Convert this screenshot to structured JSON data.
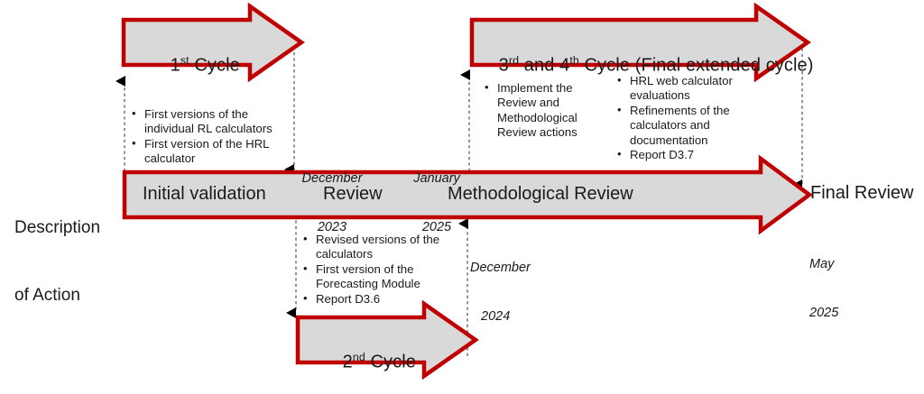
{
  "diagram": {
    "title_axis": {
      "line1": "Description",
      "line2": "of Action"
    },
    "colors": {
      "arrow_outline": "#C00000",
      "arrow_fill": "#D9D9D9",
      "text": "#1A1A1A",
      "connector": "#595959",
      "background": "#FFFFFF"
    },
    "top_cycles": [
      {
        "id": "cycle-1",
        "label_pre": "1",
        "label_sup": "st",
        "label_post": " Cycle"
      },
      {
        "id": "cycle-3-4",
        "label_a_pre": "3",
        "label_a_sup": "rd",
        "label_mid": " and 4",
        "label_b_sup": "th",
        "label_post": " Cycle (Final extended cycle)"
      }
    ],
    "bottom_cycle": {
      "id": "cycle-2",
      "label_pre": "2",
      "label_sup": "nd",
      "label_post": " Cycle"
    },
    "timeline_stages": [
      {
        "id": "stage-initial-validation",
        "label": "Initial validation"
      },
      {
        "id": "stage-review",
        "label": "Review"
      },
      {
        "id": "stage-methodological-review",
        "label": "Methodological Review"
      }
    ],
    "timeline_end_label": "Final Review",
    "date_markers": [
      {
        "id": "date-december-2023",
        "line1": "December",
        "line2": "2023"
      },
      {
        "id": "date-january-2025",
        "line1": "January",
        "line2": "2025"
      },
      {
        "id": "date-december-2024",
        "line1": "December",
        "line2": "2024"
      },
      {
        "id": "date-may-2025",
        "line1": "May",
        "line2": "2025"
      }
    ],
    "bullet_groups": [
      {
        "id": "bullets-cycle-1",
        "items": [
          {
            "lines": [
              "First versions of the",
              "individual RL calculators"
            ]
          },
          {
            "lines": [
              "First version of the HRL",
              "calculator"
            ]
          }
        ]
      },
      {
        "id": "bullets-cycle-3-4-left",
        "items": [
          {
            "lines": [
              "Implement the",
              "Review and",
              "Methodological",
              "Review actions"
            ]
          }
        ]
      },
      {
        "id": "bullets-cycle-3-4-right",
        "items": [
          {
            "lines": [
              "HRL web calculator",
              "evaluations"
            ]
          },
          {
            "lines": [
              "Refinements of the",
              "calculators and",
              "documentation"
            ]
          },
          {
            "lines": [
              "Report D3.7"
            ]
          }
        ]
      },
      {
        "id": "bullets-cycle-2",
        "items": [
          {
            "lines": [
              "Revised versions of the",
              "calculators"
            ]
          },
          {
            "lines": [
              "First version of the",
              "Forecasting Module"
            ]
          },
          {
            "lines": [
              "Report D3.6"
            ]
          }
        ]
      }
    ]
  }
}
